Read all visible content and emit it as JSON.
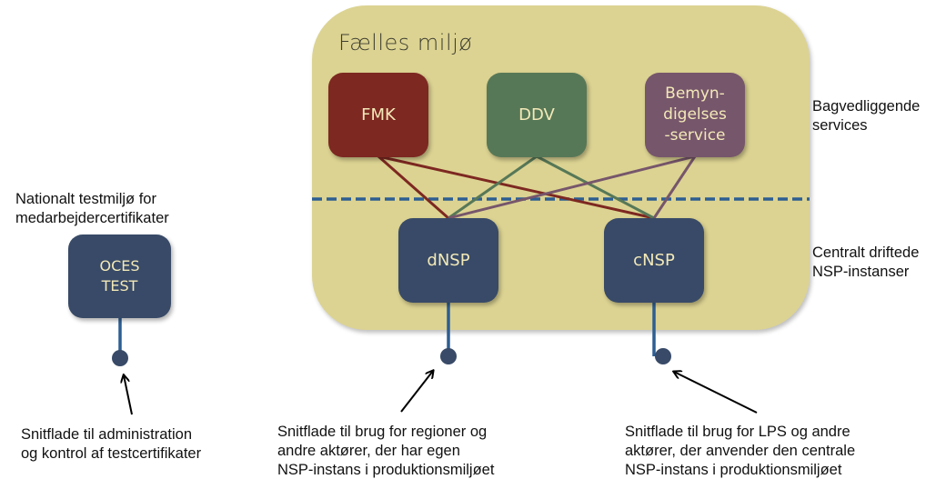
{
  "environment": {
    "title": "Fælles miljø",
    "fill_color": "#dcd392"
  },
  "nodes": {
    "fmk": {
      "label": "FMK",
      "color": "#7d2821"
    },
    "ddv": {
      "label": "DDV",
      "color": "#577857"
    },
    "bemyndigelse": {
      "label": "Bemyn-\ndigelses\n-service",
      "color": "#76566b"
    },
    "dnsp": {
      "label": "dNSP",
      "color": "#384a67"
    },
    "cnsp": {
      "label": "cNSP",
      "color": "#384a67"
    },
    "oces_test": {
      "label": "OCES\nTEST",
      "color": "#384a67"
    }
  },
  "connections": [
    {
      "from": "FMK",
      "to": "dNSP",
      "color": "#7d2821"
    },
    {
      "from": "FMK",
      "to": "cNSP",
      "color": "#7d2821"
    },
    {
      "from": "DDV",
      "to": "dNSP",
      "color": "#577857"
    },
    {
      "from": "DDV",
      "to": "cNSP",
      "color": "#577857"
    },
    {
      "from": "Bemyndigelsesservice",
      "to": "dNSP",
      "color": "#76566b"
    },
    {
      "from": "Bemyndigelsesservice",
      "to": "cNSP",
      "color": "#76566b"
    }
  ],
  "divider": {
    "style": "dashed",
    "color": "#2d5e92"
  },
  "side_labels": {
    "backend_services": "Bagvedliggende\nservices",
    "central_nsp": "Centralt driftede\nNSP-instanser",
    "test_env": "Nationalt testmiljø for\nmedarbejdercertifikater"
  },
  "interfaces": {
    "oces": "Snitflade til administration\nog kontrol af testcertifikater",
    "dnsp": "Snitflade til brug for regioner og\nandre aktører, der har egen\nNSP-instans i produktionsmiljøet",
    "cnsp": "Snitflade til brug for LPS og andre\naktører, der anvender den centrale\nNSP-instans i produktionsmiljøet"
  },
  "connector_color": "#2d5e92",
  "endpoint_color": "#384a67"
}
